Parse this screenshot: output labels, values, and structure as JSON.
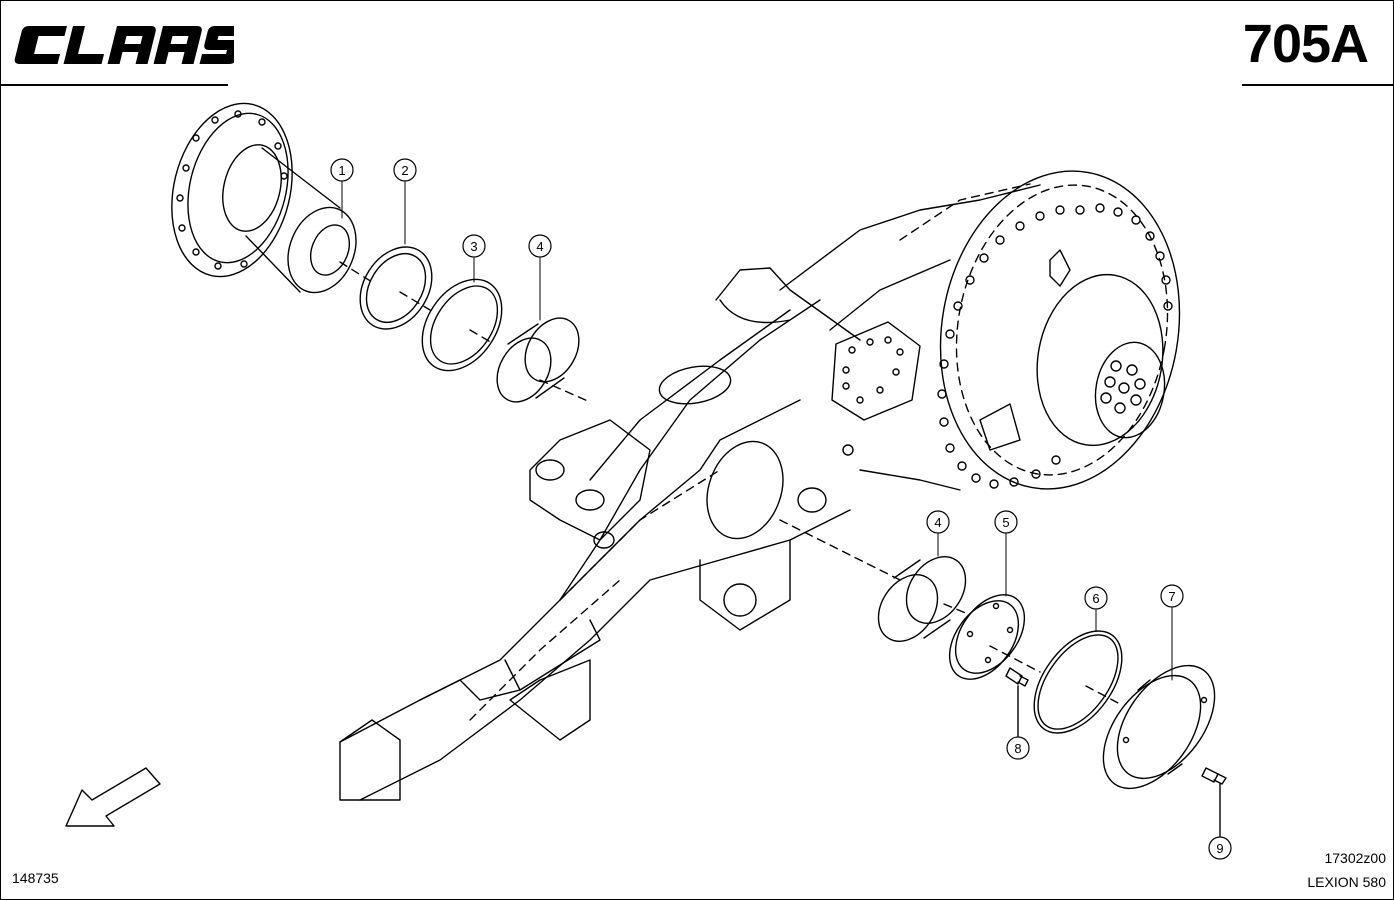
{
  "header": {
    "brand": "CLAAS",
    "page_number": "705A"
  },
  "footer": {
    "doc_id": "148735",
    "drawing_code": "17302z00",
    "model": "LEXION 580"
  },
  "callouts": [
    {
      "id": "c1",
      "label": "1"
    },
    {
      "id": "c2",
      "label": "2"
    },
    {
      "id": "c3",
      "label": "3"
    },
    {
      "id": "c4a",
      "label": "4"
    },
    {
      "id": "c4b",
      "label": "4"
    },
    {
      "id": "c5",
      "label": "5"
    },
    {
      "id": "c6",
      "label": "6"
    },
    {
      "id": "c7",
      "label": "7"
    },
    {
      "id": "c8",
      "label": "8"
    },
    {
      "id": "c9",
      "label": "9"
    }
  ],
  "icons": {
    "direction": "direction-arrow-icon"
  },
  "colors": {
    "ink": "#000000",
    "paper": "#ffffff"
  }
}
